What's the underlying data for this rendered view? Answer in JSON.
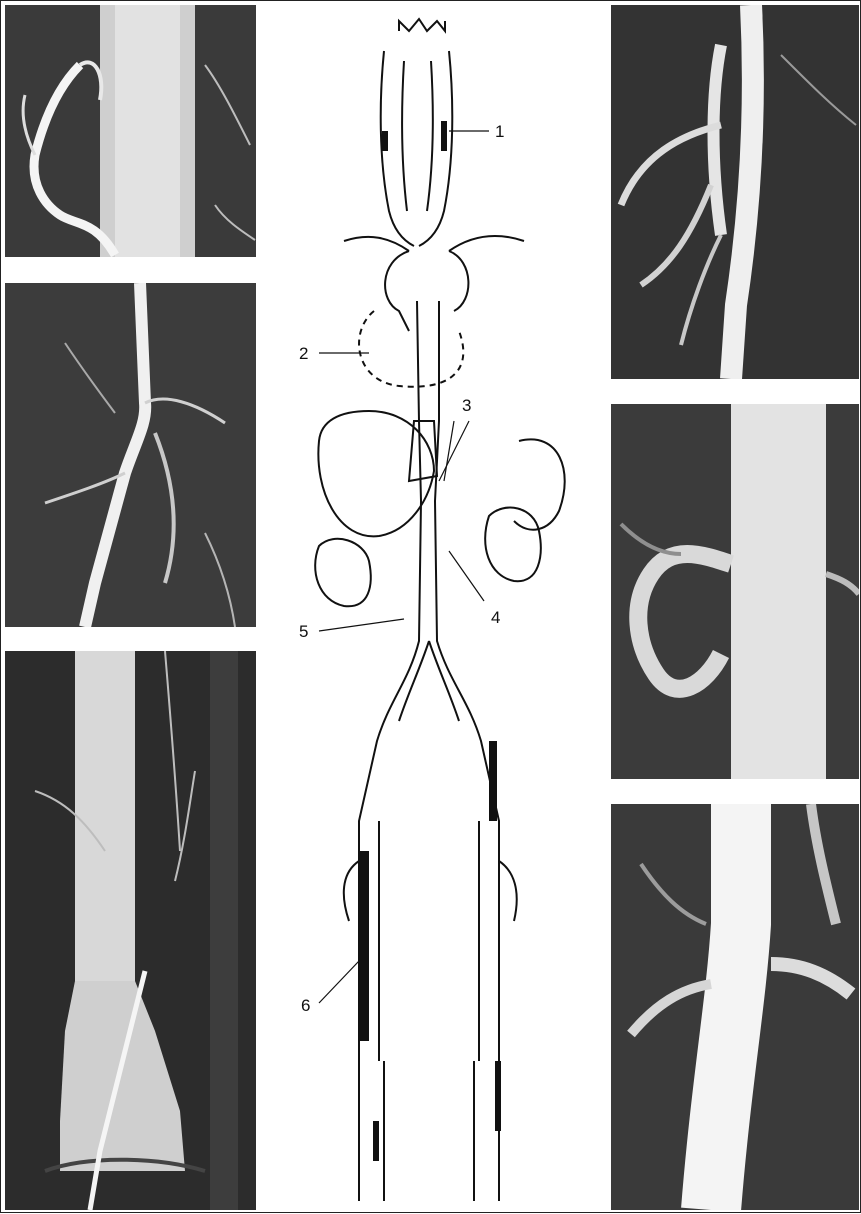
{
  "figure": {
    "colors": {
      "background": "#ffffff",
      "ink": "#111111",
      "angio_dark": "#2a2a2a",
      "angio_light": "#f2f2f2"
    },
    "callouts": [
      {
        "id": 1,
        "text": "1"
      },
      {
        "id": 2,
        "text": "2"
      },
      {
        "id": 3,
        "text": "3"
      },
      {
        "id": 4,
        "text": "4"
      },
      {
        "id": 5,
        "text": "5"
      },
      {
        "id": 6,
        "text": "6"
      }
    ],
    "panels": [
      {
        "id": "top-left",
        "kind": "angiogram"
      },
      {
        "id": "middle-left",
        "kind": "angiogram"
      },
      {
        "id": "bottom-left",
        "kind": "angiogram"
      },
      {
        "id": "top-right",
        "kind": "angiogram"
      },
      {
        "id": "middle-right",
        "kind": "angiogram"
      },
      {
        "id": "bottom-right",
        "kind": "angiogram"
      }
    ]
  }
}
